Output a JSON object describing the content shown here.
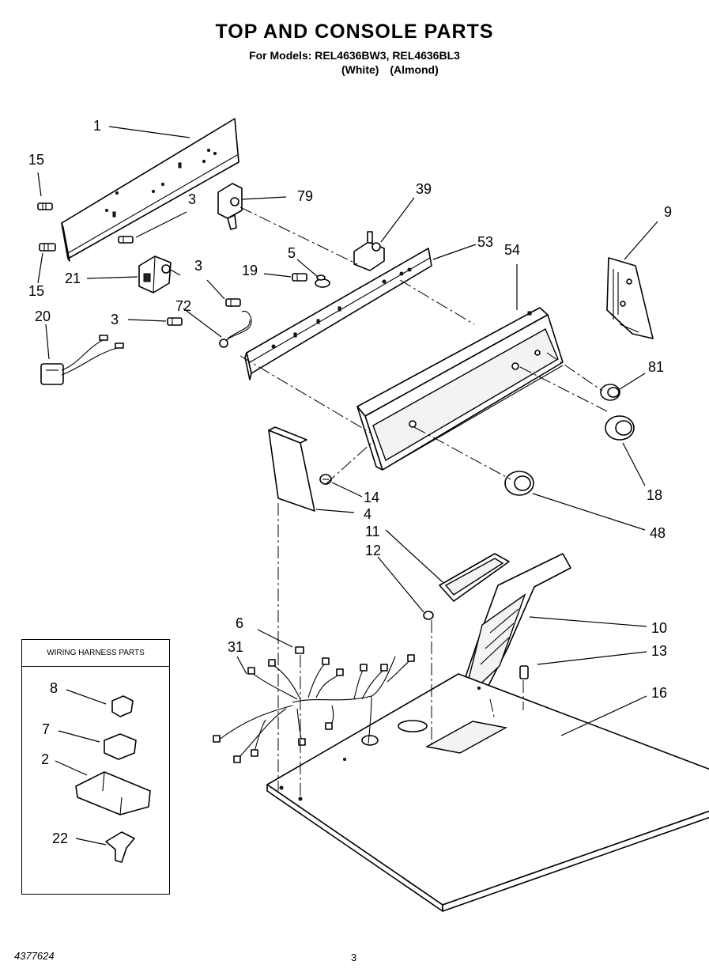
{
  "header": {
    "title": "TOP AND CONSOLE PARTS",
    "subtitle": "For Models: REL4636BW3, REL4636BL3",
    "colors": [
      "(White)",
      "(Almond)"
    ]
  },
  "callouts": [
    "1",
    "15",
    "3",
    "79",
    "39",
    "9",
    "15",
    "21",
    "3",
    "19",
    "5",
    "53",
    "54",
    "20",
    "3",
    "72",
    "81",
    "14",
    "4",
    "18",
    "48",
    "11",
    "12",
    "6",
    "31",
    "10",
    "13",
    "16",
    "8",
    "7",
    "2",
    "22"
  ],
  "legend": {
    "title": "WIRING HARNESS PARTS"
  },
  "footer": {
    "doc_number": "4377624",
    "page_number": "3"
  }
}
